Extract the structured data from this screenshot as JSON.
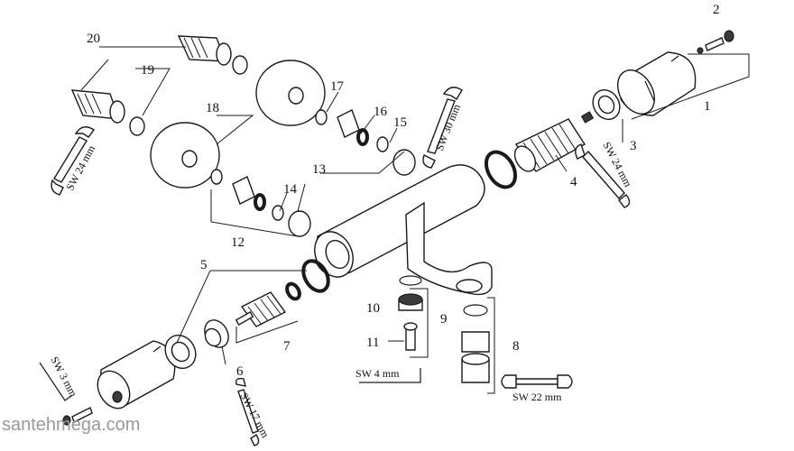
{
  "labels": {
    "l1": "1",
    "l2": "2",
    "l3": "3",
    "l4": "4",
    "l5": "5",
    "l6": "6",
    "l7": "7",
    "l8": "8",
    "l9": "9",
    "l10": "10",
    "l11": "11",
    "l12": "12",
    "l13": "13",
    "l14": "14",
    "l15": "15",
    "l16": "16",
    "l17": "17",
    "l18": "18",
    "l19": "19",
    "l20": "20"
  },
  "tools": {
    "sw24_left": "SW 24 mm",
    "sw30": "SW 30 mm",
    "sw24_right": "SW 24 mm",
    "sw3": "SW 3 mm",
    "sw17": "SW 17 mm",
    "sw4": "SW 4 mm",
    "sw22": "SW 22 mm"
  },
  "watermark": "santehmega.com"
}
